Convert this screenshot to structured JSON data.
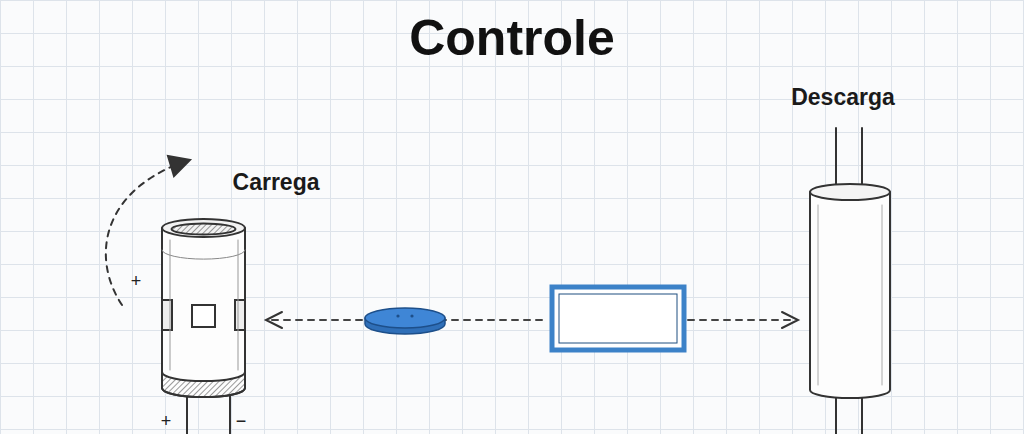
{
  "diagram": {
    "title": "Controle",
    "labels": [
      "Carrega",
      "+",
      "+",
      "−",
      "Descarga"
    ]
  }
}
